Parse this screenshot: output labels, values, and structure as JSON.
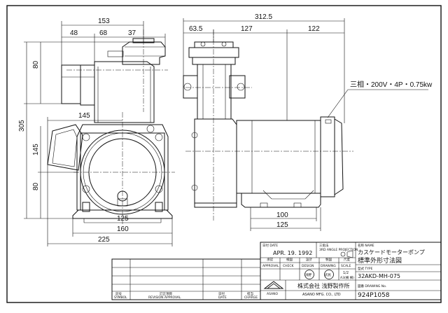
{
  "dimensions": {
    "front": {
      "top_153": "153",
      "top_48": "48",
      "top_68": "68",
      "top_37": "37",
      "left_80_upper": "80",
      "left_145": "145",
      "left_305": "305",
      "left_80_lower": "80",
      "horiz_145": "145",
      "bottom_125": "125",
      "bottom_160": "160",
      "bottom_225": "225"
    },
    "side": {
      "top_312_5": "312.5",
      "top_63_5": "63.5",
      "top_127": "127",
      "top_122": "122",
      "bottom_100": "100",
      "bottom_125": "125"
    },
    "motor_spec": "三相・200V・4P・0.75kw"
  },
  "title_block": {
    "date_label": "日付 DATE",
    "date_value": "APR. 19. 1992",
    "projection_jp": "三角法",
    "projection_en": "3RD ANGLE PROJECTION",
    "name_label": "名称 NAME",
    "name_line1": "カスケードモーターポンプ",
    "name_line2": "標準外形寸法図",
    "approval_jp": "承認",
    "approval_en": "APPROVAL",
    "check_jp": "検図",
    "check_en": "CHECK",
    "design_jp": "設計",
    "design_en": "DESIGN",
    "drawing_jp": "製図",
    "drawing_en": "DRAWING",
    "scale_jp": "尺度",
    "scale_en": "SCALE",
    "scale_value": "1/2",
    "paper_size": "A3(横 横)",
    "stamp_check": "浅野",
    "stamp_drawing": "武民",
    "type_label": "型式 TYPE",
    "type_value": "32AKD-MH-075",
    "company_jp": "株式会社 浅野製作所",
    "company_en": "ASANO MFG. CO., LTD",
    "logo_text": "ASANO",
    "drawing_no_label": "図番 DRAWING No.",
    "drawing_no_value": "924P1058",
    "rev_symbol_jp": "記号",
    "rev_symbol_en": "SYMBOL",
    "rev_text_jp": "訂正項目",
    "rev_text_en": "REVISION APPROVAL",
    "rev_date_jp": "日付",
    "rev_date_en": "DATE",
    "rev_charge_jp": "担当",
    "rev_charge_en": "CHARGE"
  }
}
